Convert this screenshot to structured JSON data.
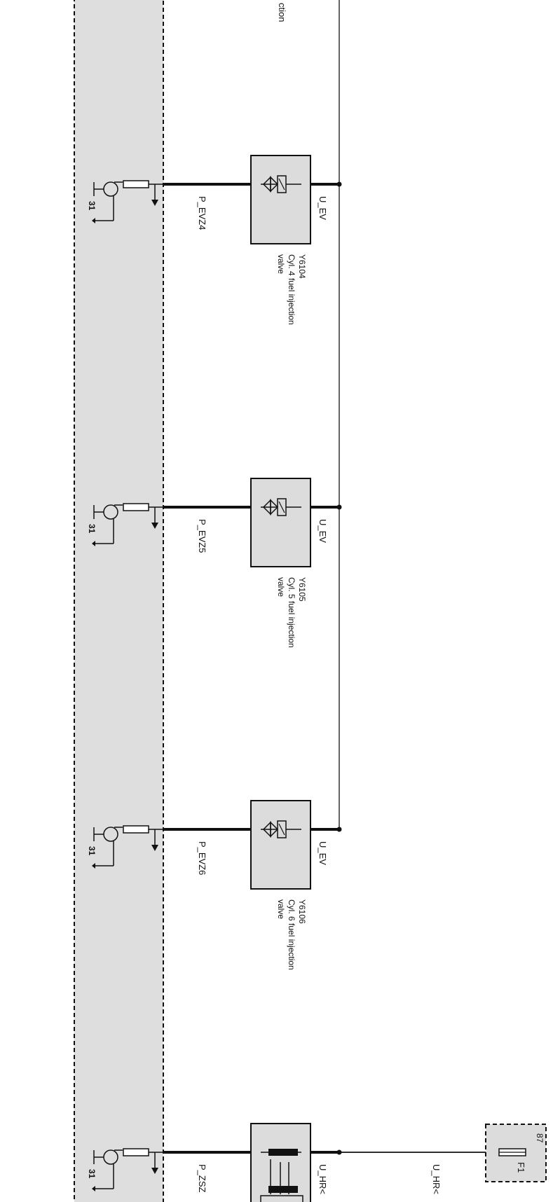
{
  "colors": {
    "ecu_fill": "#dedede",
    "component_fill": "#dcdcdc",
    "line": "#111111"
  },
  "ecu": {
    "partial_label": "ction"
  },
  "channels": [
    {
      "pin_label": "31",
      "signal": "P_EVZ4",
      "supply": "U_EV",
      "component_id": "Y6104",
      "component_desc_line1": "Cyl. 4 fuel injection",
      "component_desc_line2": "valve"
    },
    {
      "pin_label": "31",
      "signal": "P_EVZ5",
      "supply": "U_EV",
      "component_id": "Y6105",
      "component_desc_line1": "Cyl. 5 fuel injection",
      "component_desc_line2": "valve"
    },
    {
      "pin_label": "31",
      "signal": "P_EVZ6",
      "supply": "U_EV",
      "component_id": "Y6106",
      "component_desc_line1": "Cyl. 6 fuel injection",
      "component_desc_line2": "valve"
    }
  ],
  "bottom_channel": {
    "pin_label": "31",
    "signal": "P_ZSZ",
    "supply": "U_HR<",
    "supply_far": "U_HR<",
    "fuse_label": "F1",
    "fuse_pin": "87"
  }
}
